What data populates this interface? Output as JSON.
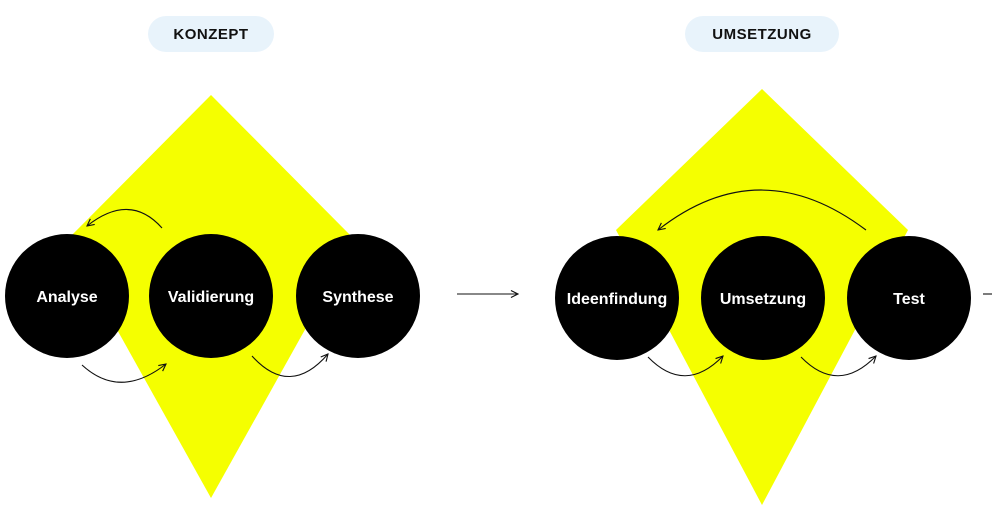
{
  "phases": [
    {
      "label": "KONZEPT",
      "steps": [
        "Analyse",
        "Validierung",
        "Synthese"
      ]
    },
    {
      "label": "UMSETZUNG",
      "steps": [
        "Ideenfindung",
        "Umsetzung",
        "Test"
      ]
    }
  ],
  "colors": {
    "diamond": "#f5ff00",
    "circle": "#000000",
    "circle_text": "#ffffff",
    "pill_bg": "#e8f3fb",
    "arrow": "#111111"
  }
}
